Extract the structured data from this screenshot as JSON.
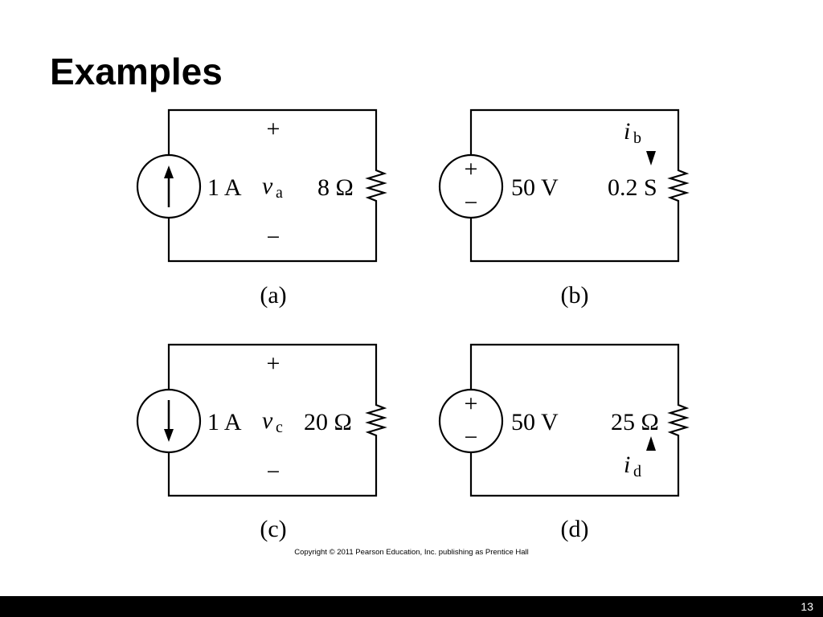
{
  "slide": {
    "title": "Examples",
    "copyright": "Copyright © 2011 Pearson Education, Inc. publishing as Prentice Hall",
    "page_number": "13"
  },
  "circuits": {
    "a": {
      "caption": "(a)",
      "source_label": "1 A",
      "voltage_symbol": "v",
      "voltage_subscript": "a",
      "plus": "+",
      "minus": "−",
      "resistor_label": "8 Ω"
    },
    "b": {
      "caption": "(b)",
      "source_label": "50 V",
      "source_plus": "+",
      "source_minus": "−",
      "current_symbol": "i",
      "current_subscript": "b",
      "resistor_label": "0.2 S"
    },
    "c": {
      "caption": "(c)",
      "source_label": "1 A",
      "voltage_symbol": "v",
      "voltage_subscript": "c",
      "plus": "+",
      "minus": "−",
      "resistor_label": "20 Ω"
    },
    "d": {
      "caption": "(d)",
      "source_label": "50 V",
      "source_plus": "+",
      "source_minus": "−",
      "current_symbol": "i",
      "current_subscript": "d",
      "resistor_label": "25 Ω"
    }
  }
}
